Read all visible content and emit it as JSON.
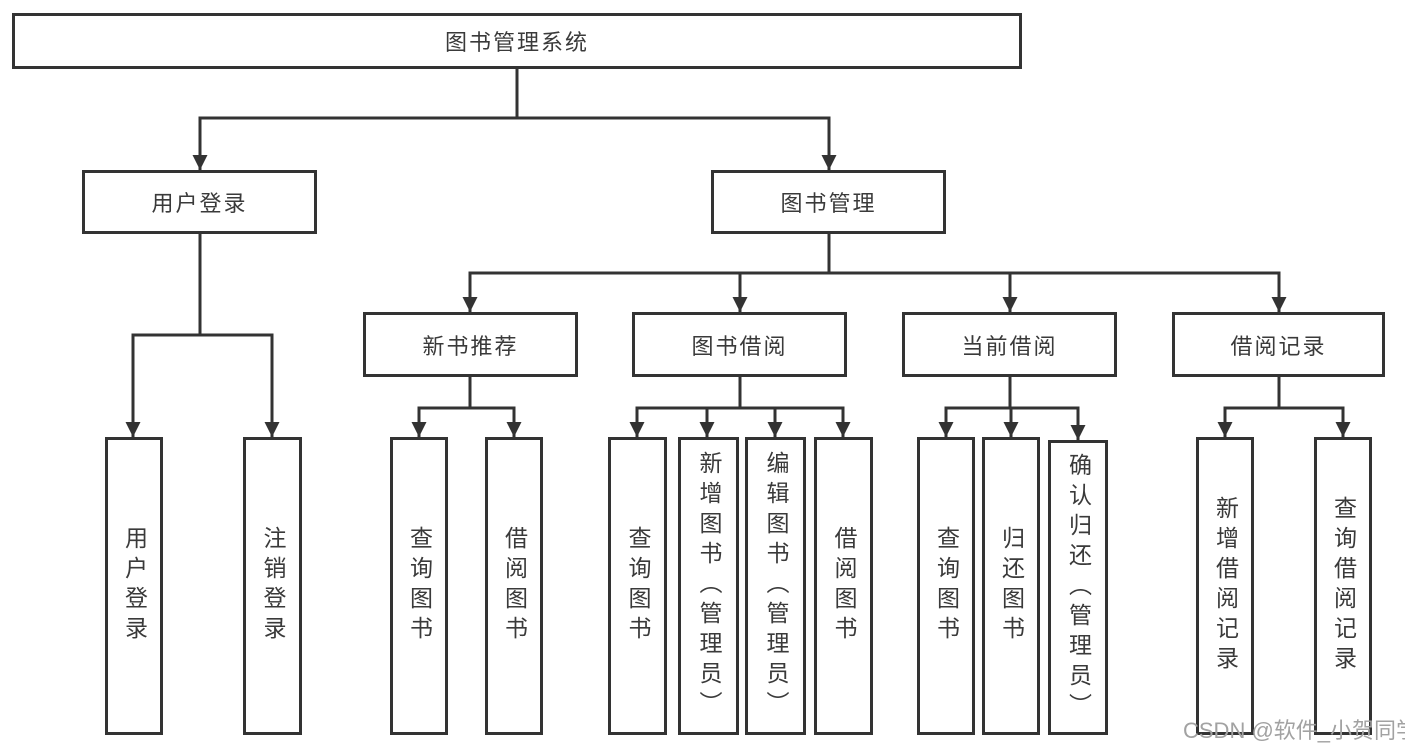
{
  "tree": {
    "label": "图书管理系统",
    "children": [
      {
        "label": "用户登录",
        "children": [
          {
            "label": "用户登录"
          },
          {
            "label": "注销登录"
          }
        ]
      },
      {
        "label": "图书管理",
        "children": [
          {
            "label": "新书推荐",
            "children": [
              {
                "label": "查询图书"
              },
              {
                "label": "借阅图书"
              }
            ]
          },
          {
            "label": "图书借阅",
            "children": [
              {
                "label": "查询图书"
              },
              {
                "label": "新增图书（管理员）"
              },
              {
                "label": "编辑图书（管理员）"
              },
              {
                "label": "借阅图书"
              }
            ]
          },
          {
            "label": "当前借阅",
            "children": [
              {
                "label": "查询图书"
              },
              {
                "label": "归还图书"
              },
              {
                "label": "确认归还（管理员）"
              }
            ]
          },
          {
            "label": "借阅记录",
            "children": [
              {
                "label": "新增借阅记录"
              },
              {
                "label": "查询借阅记录"
              }
            ]
          }
        ]
      }
    ]
  },
  "watermark": {
    "text": "CSDN @软件_小贺同学"
  },
  "colors": {
    "line": "#333333",
    "box_border": "#333333",
    "text": "#3a3a3a",
    "background": "#ffffff",
    "watermark": "#a2a2a2"
  }
}
